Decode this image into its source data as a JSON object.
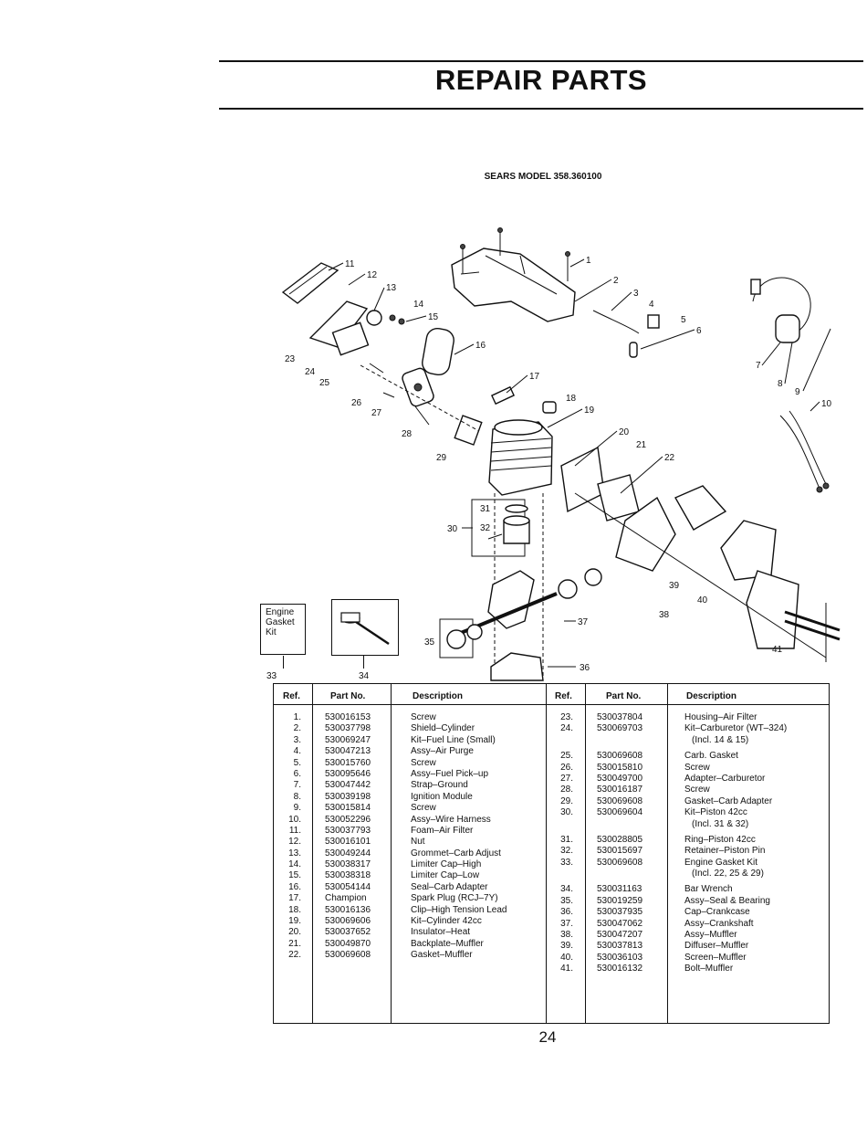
{
  "title": "REPAIR PARTS",
  "model": "SEARS MODEL 358.360100",
  "page_number": "24",
  "kit_box": {
    "label": "Engine Gasket Kit",
    "ref": "33"
  },
  "wrench_box": {
    "ref": "34"
  },
  "diagram_labels": [
    "1",
    "2",
    "3",
    "4",
    "5",
    "6",
    "7",
    "8",
    "9",
    "10",
    "11",
    "12",
    "13",
    "14",
    "15",
    "16",
    "17",
    "18",
    "19",
    "20",
    "21",
    "22",
    "23",
    "24",
    "25",
    "26",
    "27",
    "28",
    "29",
    "30",
    "31",
    "32",
    "35",
    "36",
    "37",
    "38",
    "39",
    "40",
    "41"
  ],
  "table": {
    "headers": {
      "ref": "Ref.",
      "part": "Part No.",
      "desc": "Description"
    },
    "left": [
      {
        "ref": "1.",
        "part": "530016153",
        "desc": "Screw"
      },
      {
        "ref": "2.",
        "part": "530037798",
        "desc": "Shield–Cylinder"
      },
      {
        "ref": "3.",
        "part": "530069247",
        "desc": "Kit–Fuel Line (Small)"
      },
      {
        "ref": "4.",
        "part": "530047213",
        "desc": "Assy–Air Purge"
      },
      {
        "ref": "5.",
        "part": "530015760",
        "desc": "Screw"
      },
      {
        "ref": "6.",
        "part": "530095646",
        "desc": "Assy–Fuel Pick–up"
      },
      {
        "ref": "7.",
        "part": "530047442",
        "desc": "Strap–Ground"
      },
      {
        "ref": "8.",
        "part": "530039198",
        "desc": "Ignition Module"
      },
      {
        "ref": "9.",
        "part": "530015814",
        "desc": "Screw"
      },
      {
        "ref": "10.",
        "part": "530052296",
        "desc": "Assy–Wire Harness"
      },
      {
        "ref": "11.",
        "part": "530037793",
        "desc": "Foam–Air Filter"
      },
      {
        "ref": "12.",
        "part": "530016101",
        "desc": "Nut"
      },
      {
        "ref": "13.",
        "part": "530049244",
        "desc": "Grommet–Carb Adjust"
      },
      {
        "ref": "14.",
        "part": "530038317",
        "desc": "Limiter Cap–High"
      },
      {
        "ref": "15.",
        "part": "530038318",
        "desc": "Limiter Cap–Low"
      },
      {
        "ref": "16.",
        "part": "530054144",
        "desc": "Seal–Carb Adapter"
      },
      {
        "ref": "17.",
        "part": "Champion",
        "desc": "Spark Plug (RCJ–7Y)"
      },
      {
        "ref": "18.",
        "part": "530016136",
        "desc": "Clip–High Tension Lead"
      },
      {
        "ref": "19.",
        "part": "530069606",
        "desc": "Kit–Cylinder 42cc"
      },
      {
        "ref": "20.",
        "part": "530037652",
        "desc": "Insulator–Heat"
      },
      {
        "ref": "21.",
        "part": "530049870",
        "desc": "Backplate–Muffler"
      },
      {
        "ref": "22.",
        "part": "530069608",
        "desc": "Gasket–Muffler"
      }
    ],
    "right": [
      {
        "ref": "23.",
        "part": "530037804",
        "desc": "Housing–Air Filter"
      },
      {
        "ref": "24.",
        "part": "530069703",
        "desc": "Kit–Carburetor (WT–324)",
        "sub": "(Incl. 14 & 15)"
      },
      {
        "ref": "25.",
        "part": "530069608",
        "desc": "Carb. Gasket",
        "gap": true
      },
      {
        "ref": "26.",
        "part": "530015810",
        "desc": "Screw"
      },
      {
        "ref": "27.",
        "part": "530049700",
        "desc": "Adapter–Carburetor"
      },
      {
        "ref": "28.",
        "part": "530016187",
        "desc": "Screw"
      },
      {
        "ref": "29.",
        "part": "530069608",
        "desc": "Gasket–Carb Adapter"
      },
      {
        "ref": "30.",
        "part": "530069604",
        "desc": "Kit–Piston 42cc",
        "sub": "(Incl. 31 & 32)"
      },
      {
        "ref": "31.",
        "part": "530028805",
        "desc": "Ring–Piston 42cc",
        "gap": true
      },
      {
        "ref": "32.",
        "part": "530015697",
        "desc": "Retainer–Piston Pin"
      },
      {
        "ref": "33.",
        "part": "530069608",
        "desc": "Engine Gasket Kit",
        "sub": "(Incl. 22, 25 & 29)"
      },
      {
        "ref": "34.",
        "part": "530031163",
        "desc": "Bar Wrench",
        "gap": true
      },
      {
        "ref": "35.",
        "part": "530019259",
        "desc": "Assy–Seal & Bearing"
      },
      {
        "ref": "36.",
        "part": "530037935",
        "desc": "Cap–Crankcase"
      },
      {
        "ref": "37.",
        "part": "530047062",
        "desc": "Assy–Crankshaft"
      },
      {
        "ref": "38.",
        "part": "530047207",
        "desc": "Assy–Muffler"
      },
      {
        "ref": "39.",
        "part": "530037813",
        "desc": "Diffuser–Muffler"
      },
      {
        "ref": "40.",
        "part": "530036103",
        "desc": "Screen–Muffler"
      },
      {
        "ref": "41.",
        "part": "530016132",
        "desc": "Bolt–Muffler"
      }
    ]
  }
}
